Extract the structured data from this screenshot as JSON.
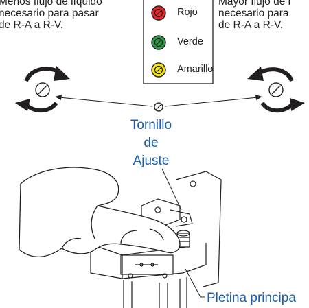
{
  "left_note": {
    "line1": "Menos flujo de líquido",
    "line2": "necesario para pasar",
    "line3": "de R-A a R-V."
  },
  "right_note": {
    "line1": "Mayor flujo de l",
    "line2": "necesario para",
    "line3": "de R-A a R-V."
  },
  "legend": [
    {
      "label": "Rojo",
      "color": "#e8262a"
    },
    {
      "label": "Verde",
      "color": "#2f9a48"
    },
    {
      "label": "Amarillo",
      "color": "#f4e511"
    }
  ],
  "screw_label": {
    "line1": "Tornillo",
    "line2": "de",
    "line3": "Ajuste"
  },
  "plate_label": "Pletina principa",
  "colors": {
    "text": "#231f20",
    "label_blue": "#1b5faa",
    "line": "#231f20"
  }
}
